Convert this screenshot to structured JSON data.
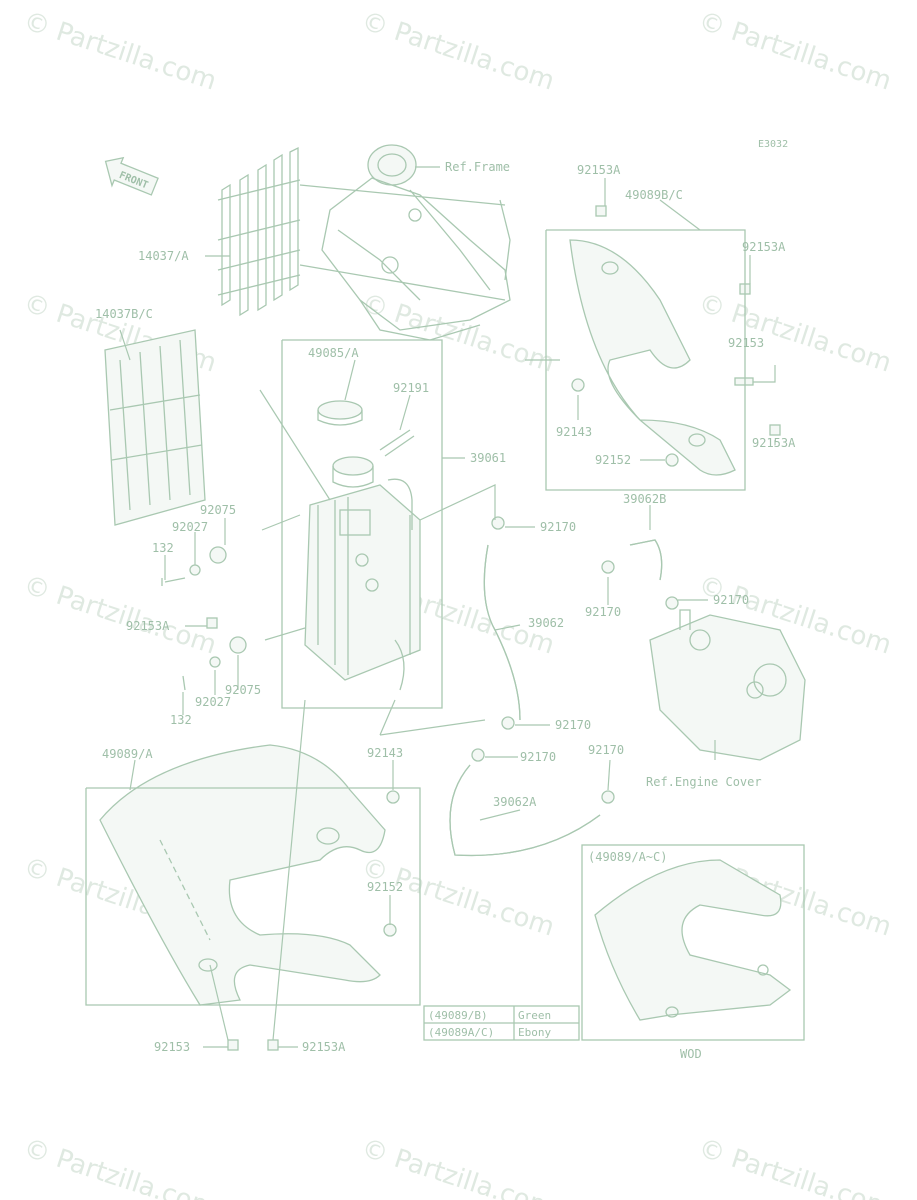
{
  "diagram": {
    "watermark_text": "© Partzilla.com",
    "code": "E3032",
    "front_label": "FRONT",
    "callouts": {
      "ref_frame": "Ref.Frame",
      "p92153A_top": "92153A",
      "p49089BC": "49089B/C",
      "p92153A_r1": "92153A",
      "p14037A": "14037/A",
      "p14037BC": "14037B/C",
      "p49085A": "49085/A",
      "p92191": "92191",
      "p92153_r": "92153",
      "p92143_r": "92143",
      "p92153A_r2": "92153A",
      "p92152_r": "92152",
      "p39061": "39061",
      "p39062B": "39062B",
      "p92075_top": "92075",
      "p92027_top": "92027",
      "p132_top": "132",
      "p92170_a": "92170",
      "p92170_b": "92170",
      "p92170_c": "92170",
      "p92153A_l": "92153A",
      "p39062": "39062",
      "p92027_bot": "92027",
      "p92075_bot": "92075",
      "p132_bot": "132",
      "p92170_d": "92170",
      "p49089A": "49089/A",
      "p92143_l": "92143",
      "p92170_e": "92170",
      "p92170_f": "92170",
      "ref_engine_cover": "Ref.Engine Cover",
      "p39062A": "39062A",
      "p49089AC": "(49089/A~C)",
      "p92152_l": "92152",
      "p92153_b": "92153",
      "p92153A_b": "92153A",
      "wod": "WOD"
    },
    "color_table": [
      {
        "part": "(49089/B)",
        "color": "Green"
      },
      {
        "part": "(49089A/C)",
        "color": "Ebony"
      }
    ]
  }
}
